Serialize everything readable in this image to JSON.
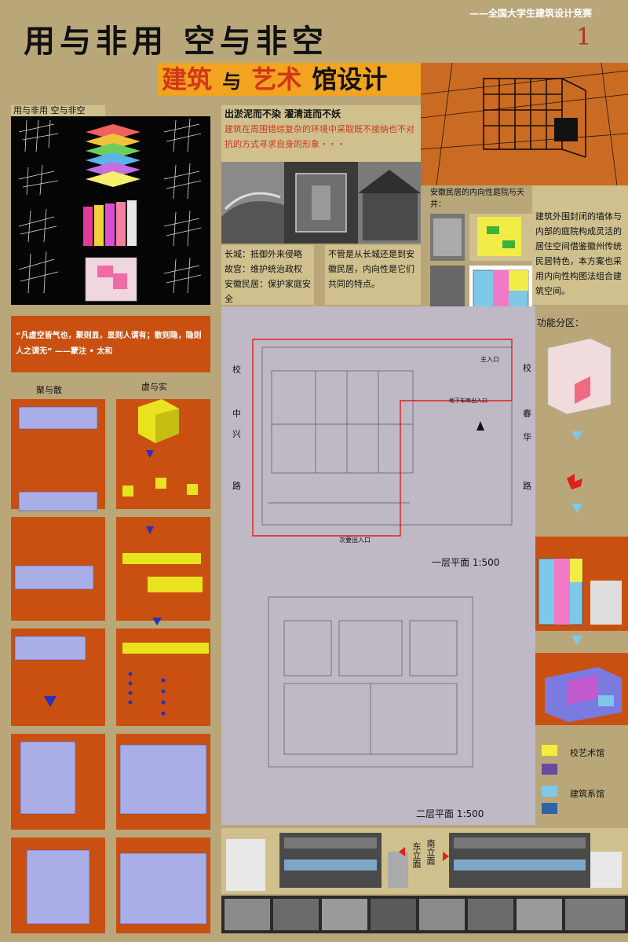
{
  "header": {
    "title": "用与非用  空与非空",
    "competition": "——全国大学生建筑设计竞赛",
    "page_number": "1"
  },
  "banner": {
    "part1": "建筑",
    "part2": "与",
    "part3": "艺术",
    "part4": "馆设计"
  },
  "concept_panel": {
    "title": "用与非用  空与非空"
  },
  "context_panel": {
    "heading": "出淤泥而不染  濯清涟而不妖",
    "intro": "建筑在周围错综复杂的环境中采取既不接纳也不对抗的方式寻求自身的形象・・・",
    "left_text": "长城：抵御外来侵略\n故宫：维护统治政权\n安徽民居：保护家庭安全",
    "right_text": "不管是从长城还是到安徽民居，内向性是它们共同的特点。"
  },
  "anhui_panel": {
    "heading": "安徽民居的内向性庭院与天井：",
    "body": "建筑外围封闭的墙体与内部的庭院构成灵活的居住空间借鉴徽州传统民居特色，本方案也采用内向性构图法组合建筑空间。"
  },
  "quote": {
    "text": "“凡虚空皆气也，聚则显，显则人谓有；散则隐，隐则人之谓无” ——蒙注 • 太和"
  },
  "sequence": {
    "left_title": "聚与散",
    "right_title": "虚与实"
  },
  "plan": {
    "road_left": [
      "校",
      "中",
      "兴",
      "路"
    ],
    "road_right": [
      "校",
      "春",
      "华",
      "路"
    ],
    "main_entrance": "主入口",
    "garage_entrance": "地下车库出入口",
    "secondary_entrance": "次要出入口",
    "floor1_label": "一层平面 1:500",
    "floor2_label": "二层平面 1:500"
  },
  "function_zone": {
    "title": "功能分区："
  },
  "legend": {
    "items": [
      {
        "label": "校艺术馆",
        "color": "#f5ec3c"
      },
      {
        "label": "",
        "color": "#6a4a9e"
      },
      {
        "label": "建筑系馆",
        "color": "#7ec8ea"
      },
      {
        "label": "",
        "color": "#2e63a6"
      }
    ]
  },
  "elevations": {
    "east": "东立面",
    "south": "南立面"
  }
}
